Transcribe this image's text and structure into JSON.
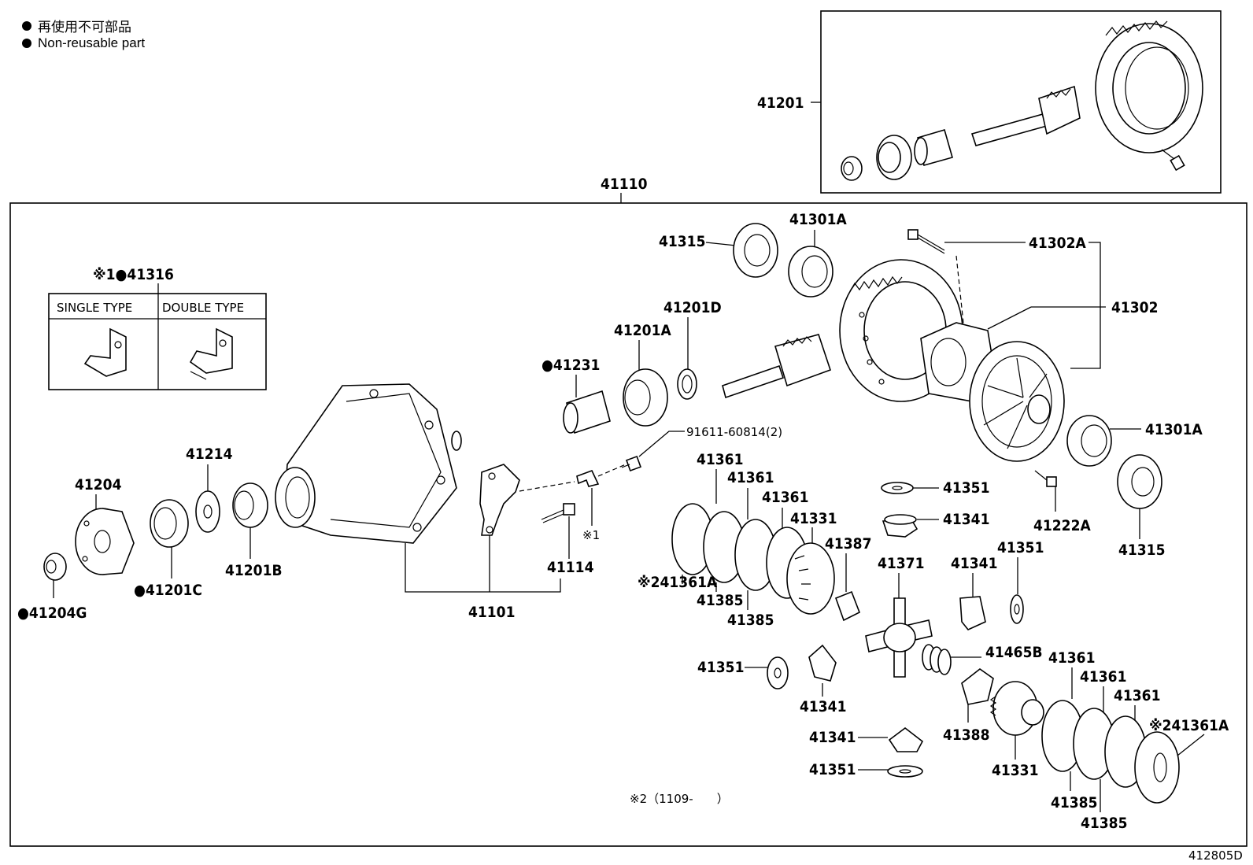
{
  "legend": {
    "line1": "再使用不可部品",
    "line2": "Non-reusable part"
  },
  "inset": {
    "title": "※1●41316",
    "single_type": "SINGLE TYPE",
    "double_type": "DOUBLE TYPE"
  },
  "labels": {
    "p41201": "41201",
    "p41110": "41110",
    "p41315_top": "41315",
    "p41301A_top": "41301A",
    "p41302A": "41302A",
    "p41302": "41302",
    "p41201D": "41201D",
    "p41201A": "41201A",
    "p41231": "●41231",
    "p91611": "91611-60814(2)",
    "p41301A_right": "41301A",
    "p41214": "41214",
    "p41204": "41204",
    "p41361_a": "41361",
    "p41361_b": "41361",
    "p41361_c": "41361",
    "p41331_top": "41331",
    "p41351_top": "41351",
    "p41341_top": "41341",
    "p41222A": "41222A",
    "p41315_right": "41315",
    "p41387": "41387",
    "p41371": "41371",
    "p41341_mid": "41341",
    "p41351_mid": "41351",
    "p41114": "41114",
    "note1": "※1",
    "p41361A_left": "※241361A",
    "p41201B": "41201B",
    "p41201C": "●41201C",
    "p41204G": "●41204G",
    "p41101": "41101",
    "p41385_a": "41385",
    "p41385_b": "41385",
    "p41465B": "41465B",
    "p41361_d": "41361",
    "p41361_e": "41361",
    "p41361_f": "41361",
    "p41361A_right": "※241361A",
    "p41351_low": "41351",
    "p41341_low": "41341",
    "p41388": "41388",
    "p41341_bottom": "41341",
    "p41351_bottom": "41351",
    "p41331_bottom": "41331",
    "p41385_c": "41385",
    "p41385_d": "41385",
    "footnote": "※2（1109-　　）",
    "figure_code": "412805D"
  }
}
